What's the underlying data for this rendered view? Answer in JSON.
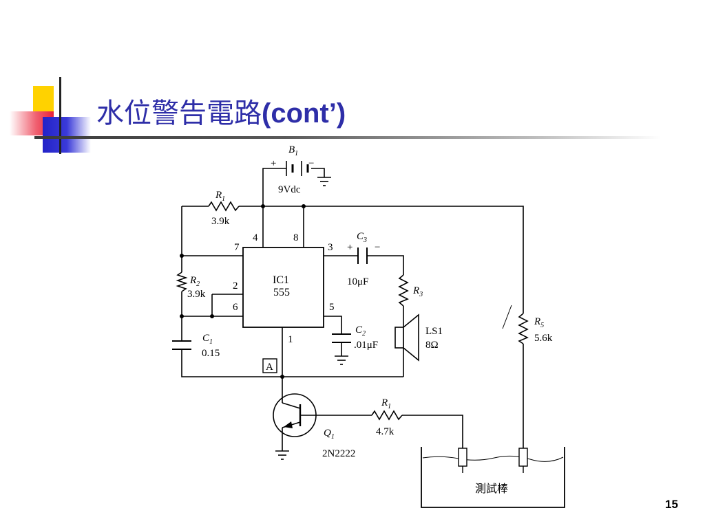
{
  "slide": {
    "title_cjk": "水位警告電路",
    "title_latin": "(cont’)",
    "page_number": "15"
  },
  "diagram": {
    "battery": {
      "name": "B",
      "sub": "1",
      "plus": "+",
      "minus": "−",
      "value": "9Vdc"
    },
    "r1_top": {
      "name": "R",
      "sub": "1",
      "value": "3.9k"
    },
    "r2": {
      "name": "R",
      "sub": "2",
      "value": "3.9k"
    },
    "r3": {
      "name": "R",
      "sub": "3"
    },
    "r5": {
      "name": "R",
      "sub": "5",
      "value": "5.6k"
    },
    "r1_bottom": {
      "name": "R",
      "sub": "1",
      "value": "4.7k"
    },
    "c1": {
      "name": "C",
      "sub": "1",
      "value": "0.15"
    },
    "c2": {
      "name": "C",
      "sub": "2",
      "value": ".01μF"
    },
    "c3": {
      "name": "C",
      "sub": "3",
      "plus": "+",
      "minus": "−",
      "value": "10μF"
    },
    "ic": {
      "label_1": "IC1",
      "label_2": "555"
    },
    "pins": {
      "p4": "4",
      "p8": "8",
      "p7": "7",
      "p3": "3",
      "p2": "2",
      "p6": "6",
      "p5": "5",
      "p1": "1"
    },
    "speaker": {
      "name": "LS1",
      "value": "8Ω"
    },
    "node_a": "A",
    "transistor": {
      "name": "Q",
      "sub": "1",
      "part": "2N2222"
    },
    "tank_label": "測試棒"
  }
}
